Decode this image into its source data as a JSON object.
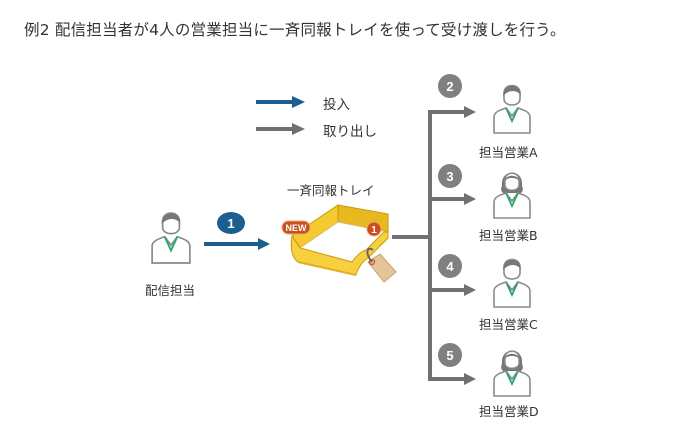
{
  "title": "例2 配信担当者が4人の営業担当に一斉同報トレイを使って受け渡しを行う。",
  "legend": {
    "items": [
      {
        "label": "投入",
        "color": "#1a5f8f",
        "icon": "arrow-right-icon"
      },
      {
        "label": "取り出し",
        "color": "#707070",
        "icon": "arrow-right-icon"
      }
    ]
  },
  "sender": {
    "label": "配信担当",
    "icon": "person-male-icon"
  },
  "tray": {
    "label": "一斉同報トレイ",
    "new_badge": "NEW",
    "count_badge": "1",
    "icon": "inbox-tray-icon",
    "tag_icon": "tag-icon",
    "colors": {
      "tray": "#f5c930",
      "badge": "#c8501a"
    }
  },
  "steps": [
    {
      "number": "1",
      "color": "#1a5f8f"
    },
    {
      "number": "2",
      "color": "#808080"
    },
    {
      "number": "3",
      "color": "#808080"
    },
    {
      "number": "4",
      "color": "#808080"
    },
    {
      "number": "5",
      "color": "#808080"
    }
  ],
  "recipients": [
    {
      "label": "担当営業A",
      "icon": "person-male-icon"
    },
    {
      "label": "担当営業B",
      "icon": "person-female-icon"
    },
    {
      "label": "担当営業C",
      "icon": "person-male-icon"
    },
    {
      "label": "担当営業D",
      "icon": "person-female-icon"
    }
  ],
  "colors": {
    "lanyard": "#2aa86a",
    "outline": "#8a8a8a",
    "hair": "#777777"
  }
}
